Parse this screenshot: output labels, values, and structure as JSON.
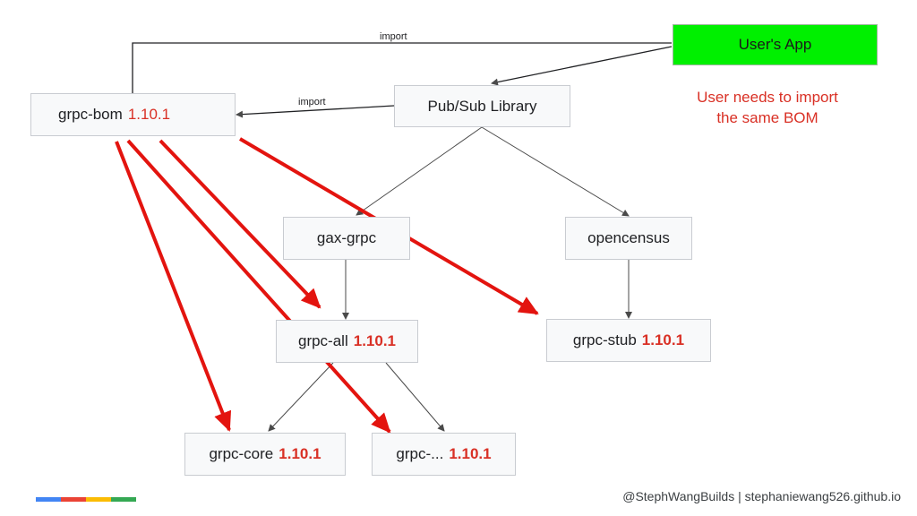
{
  "nodes": {
    "grpc_bom": {
      "name": "grpc-bom",
      "version": "1.10.1"
    },
    "pubsub": {
      "name": "Pub/Sub Library"
    },
    "users_app": {
      "name": "User's App"
    },
    "gax_grpc": {
      "name": "gax-grpc"
    },
    "opencensus": {
      "name": "opencensus"
    },
    "grpc_all": {
      "name": "grpc-all",
      "version": "1.10.1"
    },
    "grpc_stub": {
      "name": "grpc-stub",
      "version": "1.10.1"
    },
    "grpc_core": {
      "name": "grpc-core",
      "version": "1.10.1"
    },
    "grpc_other": {
      "name": "grpc-...",
      "version": "1.10.1"
    }
  },
  "edge_labels": {
    "import_top": "import",
    "import_mid": "import"
  },
  "note": {
    "line1": "User needs to import",
    "line2": "the same BOM"
  },
  "footer": "@StephWangBuilds | stephaniewang526.github.io",
  "colors": {
    "app_fill": "#00f000",
    "version": "#d93025",
    "bom_arrow": "#e3140f",
    "dep_arrow": "#4a4a4a",
    "google_bar": [
      "#4285f4",
      "#ea4335",
      "#fbbc04",
      "#34a853"
    ]
  }
}
